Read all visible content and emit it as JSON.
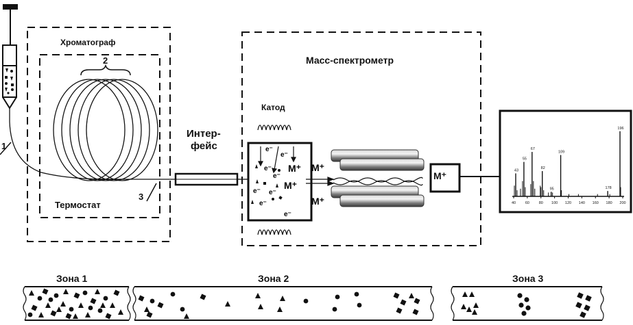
{
  "chromatograph": {
    "title": "Хроматограф",
    "coil_number": "2",
    "thermostat_label": "Термостат",
    "label_column_end": "3",
    "label_injector": "1"
  },
  "interface": {
    "line1": "Интер-",
    "line2": "фейс"
  },
  "mass_spectrometer": {
    "title": "Масс-спектрометр",
    "cathode_label": "Катод",
    "electron": "e⁻",
    "ion": "M⁺",
    "detector_ion": "M⁺"
  },
  "spectrum": {
    "peak_labels": [
      "43",
      "55",
      "67",
      "82",
      "95",
      "109",
      "178",
      "196"
    ],
    "x_ticks": [
      "40",
      "60",
      "80",
      "100",
      "120",
      "140",
      "160",
      "180",
      "200"
    ]
  },
  "zones": [
    {
      "title": "Зона 1"
    },
    {
      "title": "Зона 2"
    },
    {
      "title": "Зона 3"
    }
  ],
  "colors": {
    "ink": "#111111",
    "rod": "#8a8a8a"
  }
}
